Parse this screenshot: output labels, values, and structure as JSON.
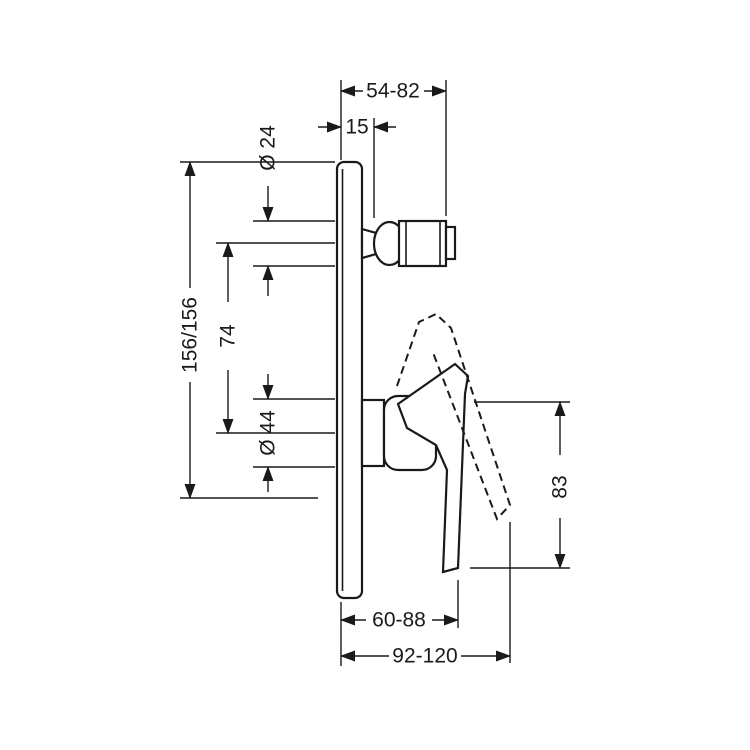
{
  "diagram": {
    "labels": {
      "projection_range": "54-82",
      "plate_offset": "15",
      "spout_diameter": "Ø 24",
      "plate_size": "156/156",
      "center_distance": "74",
      "hub_diameter": "Ø 44",
      "handle_length": "83",
      "handle_projection_min": "60-88",
      "handle_projection_max": "92-120"
    },
    "colors": {
      "line": "#1a1a1a",
      "background": "#ffffff"
    }
  }
}
